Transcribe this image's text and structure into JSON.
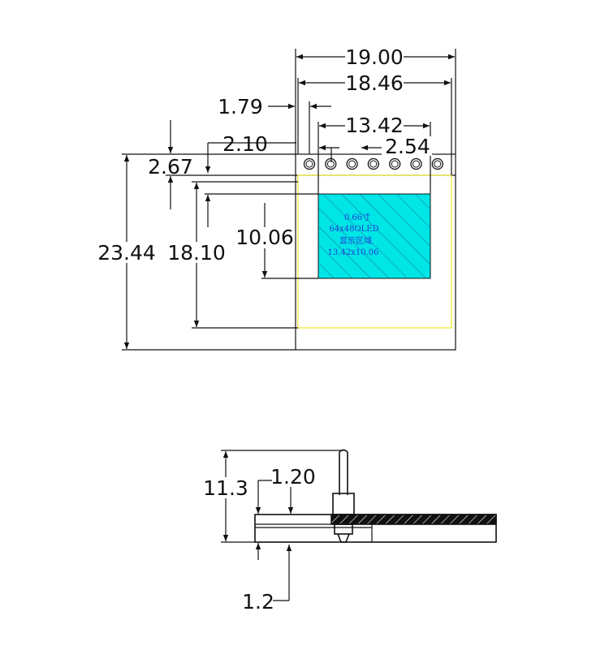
{
  "top_view": {
    "dimensions": {
      "width_total": "19.00",
      "width_pcb": "18.46",
      "pin_offset": "1.79",
      "display_width": "13.42",
      "display_offset_y": "2.10",
      "pin_pitch": "2.54",
      "pin_row_height": "2.67",
      "display_height": "10.06",
      "glass_height": "18.10",
      "total_height": "23.44"
    },
    "pin_count": 7,
    "display_area": {
      "line1": "0.66寸",
      "line2": "64x48OLED",
      "line3": "显示区域",
      "line4": "13.42x10.06",
      "fill_color": "#00e5e5",
      "hatch_color": "#1d6fa0"
    },
    "glass_outline_color": "#f2ee52"
  },
  "side_view": {
    "dimensions": {
      "total_height": "11.3",
      "pcb_thickness": "1.20",
      "bottom_thickness": "1.2"
    }
  }
}
